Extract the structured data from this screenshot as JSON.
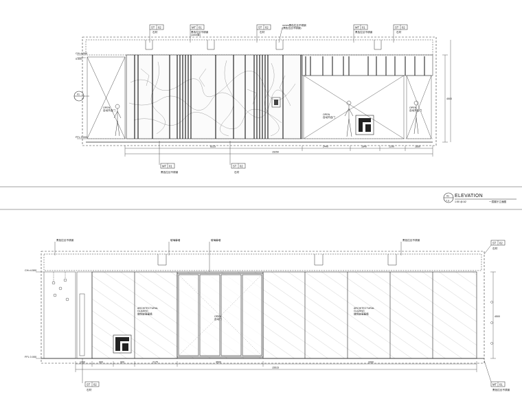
{
  "title_block": {
    "heading": "ELEVATION",
    "scale": "1:50 @ A2",
    "name": "一层展厅立面图",
    "symbol_top": "01",
    "symbol_bottom": "7.3"
  },
  "elevation_a": {
    "tags_top": [
      {
        "code": "ST",
        "num": "02",
        "note": "石材"
      },
      {
        "code": "MT",
        "num": "01",
        "note": "黑色拉丝不锈钢\n(1mm厚)"
      },
      {
        "code": "ST",
        "num": "02",
        "note": "石材"
      },
      {
        "code": "MT",
        "num": "01",
        "note": "黑色拉丝不锈钢"
      },
      {
        "code": "ST",
        "num": "02",
        "note": "石材"
      }
    ],
    "top_note": "xxmm黑色拉丝不锈钢\n(黑色拉丝不锈钢)",
    "tags_bottom": [
      {
        "code": "MT",
        "num": "01",
        "note": "黑色拉丝不锈钢"
      },
      {
        "code": "ST",
        "num": "02",
        "note": "石材"
      }
    ],
    "levels": [
      "CH=4.500",
      "0.000",
      "FFL 0.000"
    ],
    "section_mark": "01",
    "open_labels": [
      "OPEN\n自动开启门",
      "OPEN\n自动开启门",
      "OPEN\n自动开启门"
    ],
    "dims_bottom": [
      "8225",
      "2440",
      "1840",
      "1290",
      "1850"
    ],
    "dim_total": "15250",
    "dim_right": "4500"
  },
  "elevation_b": {
    "top_notes": [
      "黑色拉丝不锈钢",
      "玻璃幕墙",
      "玻璃幕墙",
      "黑色拉丝不锈钢"
    ],
    "tag_right_top": {
      "code": "ST",
      "num": "02",
      "note": "石材"
    },
    "tag_right_bottom": {
      "code": "MT",
      "num": "01",
      "note": "黑色拉丝不锈钢"
    },
    "tag_bottom_left": {
      "code": "ST",
      "num": "02",
      "note": "石材"
    },
    "glazing_labels": [
      "ARCHITECTURAL\nGLAZING\n建筑玻璃幕墙",
      "ARCHITECTURAL\nGLAZING\n建筑玻璃幕墙"
    ],
    "door_label": "OPEN\n自动门",
    "levels": [
      "CH=4.500",
      "FFL 0.000"
    ],
    "dims_bottom": [
      "1200",
      "900",
      "900",
      "2175",
      "4500",
      "3300"
    ],
    "dim_total": "15515",
    "dim_right": "4500"
  }
}
